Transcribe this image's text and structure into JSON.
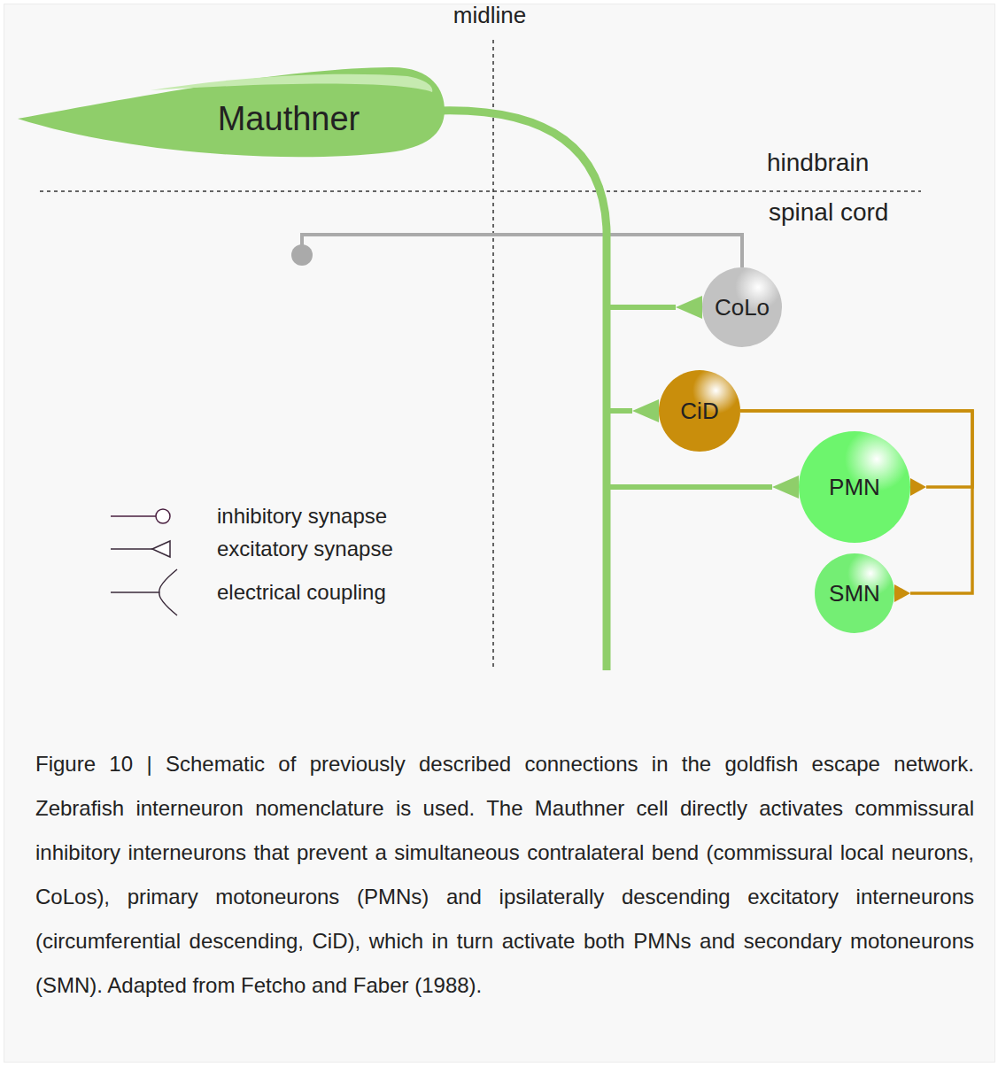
{
  "diagram": {
    "caption": "Figure 10 | Schematic of previously described connections in the goldfish escape network. Zebrafish interneuron nomenclature is used. The Mauthner cell directly activates commissural inhibitory interneurons that prevent a simultaneous contralateral bend (commissural local neurons, CoLos), primary motoneurons (PMNs) and ipsilaterally descending excitatory interneurons (circumferential descending, CiD), which in turn activate both PMNs and secondary motoneurons (SMN). Adapted from Fetcho and Faber (1988).",
    "nodes": [
      {
        "text": [
          "Mauthner"
        ]
      },
      {
        "text": [
          "CoLo"
        ]
      },
      {
        "text": [
          "CiD"
        ]
      },
      {
        "text": [
          "PMN"
        ]
      },
      {
        "text": [
          "SMN"
        ]
      }
    ],
    "edges": [
      {
        "from": 0,
        "to": 1,
        "arrow": "to"
      },
      {
        "from": 0,
        "to": 2,
        "arrow": "to"
      },
      {
        "from": 0,
        "to": 3,
        "arrow": "to"
      },
      {
        "from": 2,
        "to": 3,
        "arrow": "to"
      },
      {
        "from": 2,
        "to": 4,
        "arrow": "to"
      }
    ],
    "labels": [
      "midline",
      "hindbrain",
      "spinal cord"
    ],
    "legend": [
      {
        "text": "inhibitory synapse"
      },
      {
        "text": "excitatory synapse"
      },
      {
        "text": "electrical coupling"
      }
    ]
  }
}
